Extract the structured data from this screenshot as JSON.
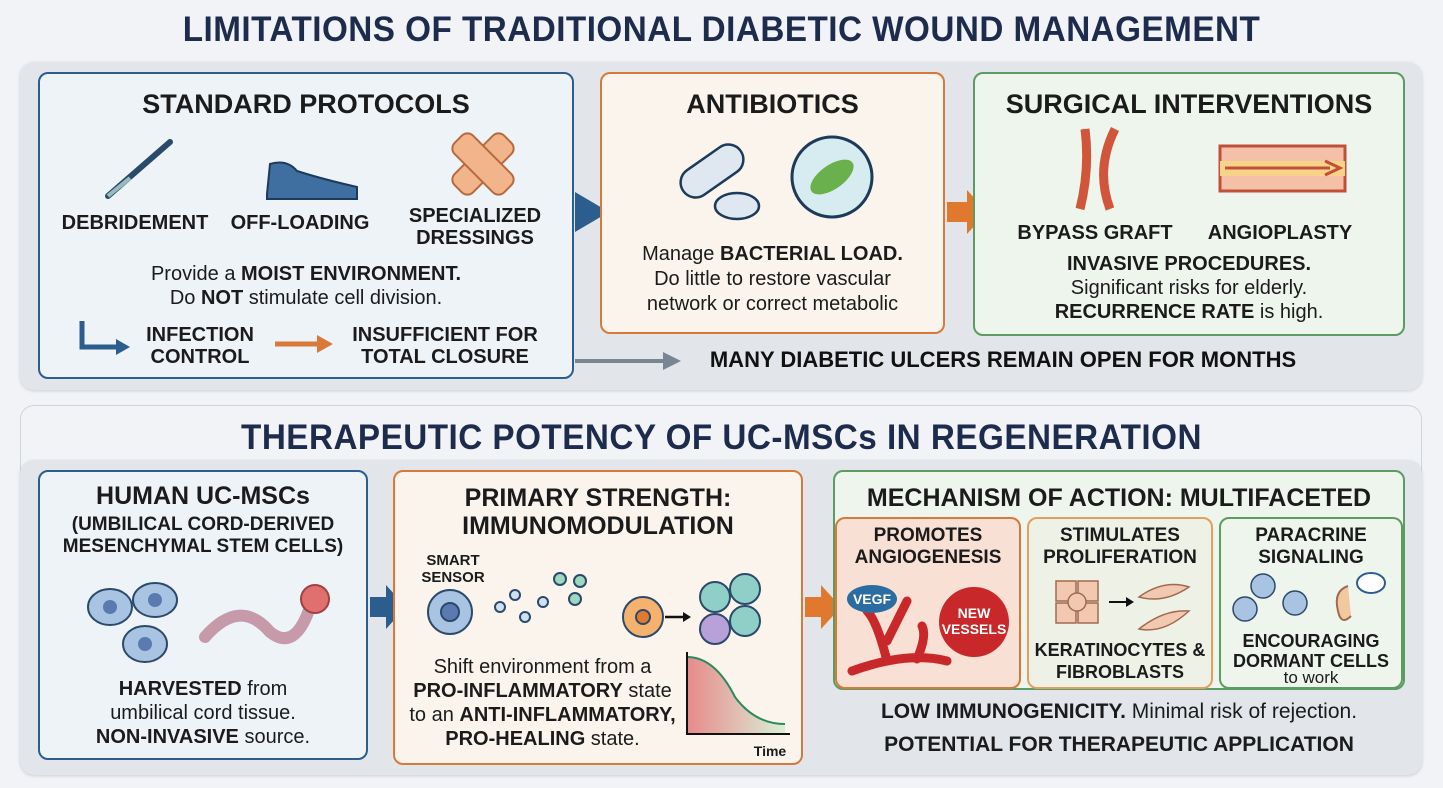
{
  "top": {
    "title": "LIMITATIONS OF TRADITIONAL DIABETIC WOUND MANAGEMENT",
    "standard": {
      "heading": "STANDARD PROTOCOLS",
      "items": [
        "DEBRIDEMENT",
        "OFF-LOADING",
        "SPECIALIZED DRESSINGS"
      ],
      "line1_a": "Provide a ",
      "line1_b": "MOIST ENVIRONMENT.",
      "line2_a": "Do ",
      "line2_b": "NOT",
      "line2_c": " stimulate cell division.",
      "flow_a": "INFECTION CONTROL",
      "flow_b": "INSUFFICIENT FOR TOTAL CLOSURE"
    },
    "antibiotics": {
      "heading": "ANTIBIOTICS",
      "line1_a": "Manage ",
      "line1_b": "BACTERIAL LOAD.",
      "line2": "Do little to restore vascular",
      "line3": "network or correct metabolic"
    },
    "surgical": {
      "heading": "SURGICAL INTERVENTIONS",
      "items": [
        "BYPASS GRAFT",
        "ANGIOPLASTY"
      ],
      "line1": "INVASIVE PROCEDURES.",
      "line2": "Significant risks for elderly.",
      "line3_a": "RECURRENCE RATE",
      "line3_b": " is high."
    },
    "conclusion": "MANY DIABETIC ULCERS REMAIN OPEN FOR MONTHS"
  },
  "bottom": {
    "title": "THERAPEUTIC POTENCY OF UC-MSCs IN REGENERATION",
    "cells": {
      "heading": "HUMAN UC-MSCs",
      "subheading": "(UMBILICAL CORD-DERIVED MESENCHYMAL STEM CELLS)",
      "line1_a": "HARVESTED",
      "line1_b": " from",
      "line2": "umbilical cord tissue.",
      "line3_a": "NON-INVASIVE",
      "line3_b": " source."
    },
    "immuno": {
      "heading": "PRIMARY STRENGTH: IMMUNOMODULATION",
      "sensor": "SMART SENSOR",
      "line1": "Shift environment from a",
      "line2_a": "PRO-INFLAMMATORY",
      "line2_b": " state",
      "line3_a": "to an ",
      "line3_b": "ANTI-INFLAMMATORY,",
      "line4_a": "PRO-HEALING",
      "line4_b": " state.",
      "chart_xlabel": "Time"
    },
    "mechanism": {
      "heading": "MECHANISM OF ACTION: MULTIFACETED",
      "angio": {
        "heading": "PROMOTES ANGIOGENESIS",
        "badge1": "VEGF",
        "badge2": "NEW VESSELS"
      },
      "prolif": {
        "heading": "STIMULATES PROLIFERATION",
        "caption": "KERATINOCYTES & FIBROBLASTS"
      },
      "para": {
        "heading": "PARACRINE SIGNALING",
        "caption": "ENCOURAGING DORMANT CELLS",
        "caption2": "to work"
      },
      "line1_a": "LOW IMMUNOGENICITY.",
      "line1_b": " Minimal risk of rejection.",
      "line2": "POTENTIAL FOR THERAPEUTIC APPLICATION"
    }
  },
  "colors": {
    "navy": "#1d2c4d",
    "blue": "#2b5d8f",
    "orange": "#d8793a",
    "green": "#5c9b62",
    "red": "#c8282a"
  }
}
